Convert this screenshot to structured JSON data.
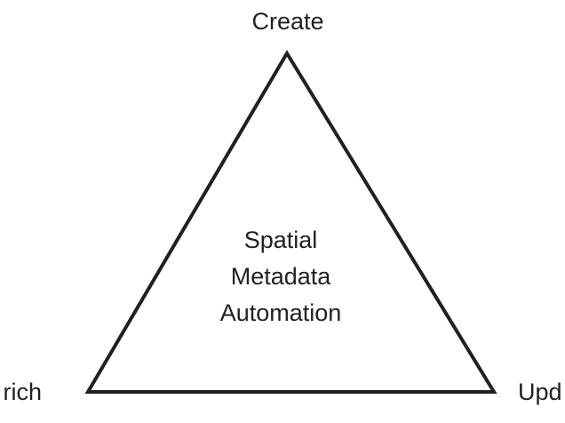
{
  "diagram": {
    "top_label": "Create",
    "left_label": "rich",
    "right_label": "Upd",
    "center_lines": [
      "Spatial",
      "Metadata",
      "Automation"
    ],
    "stroke_color": "#231f20"
  }
}
